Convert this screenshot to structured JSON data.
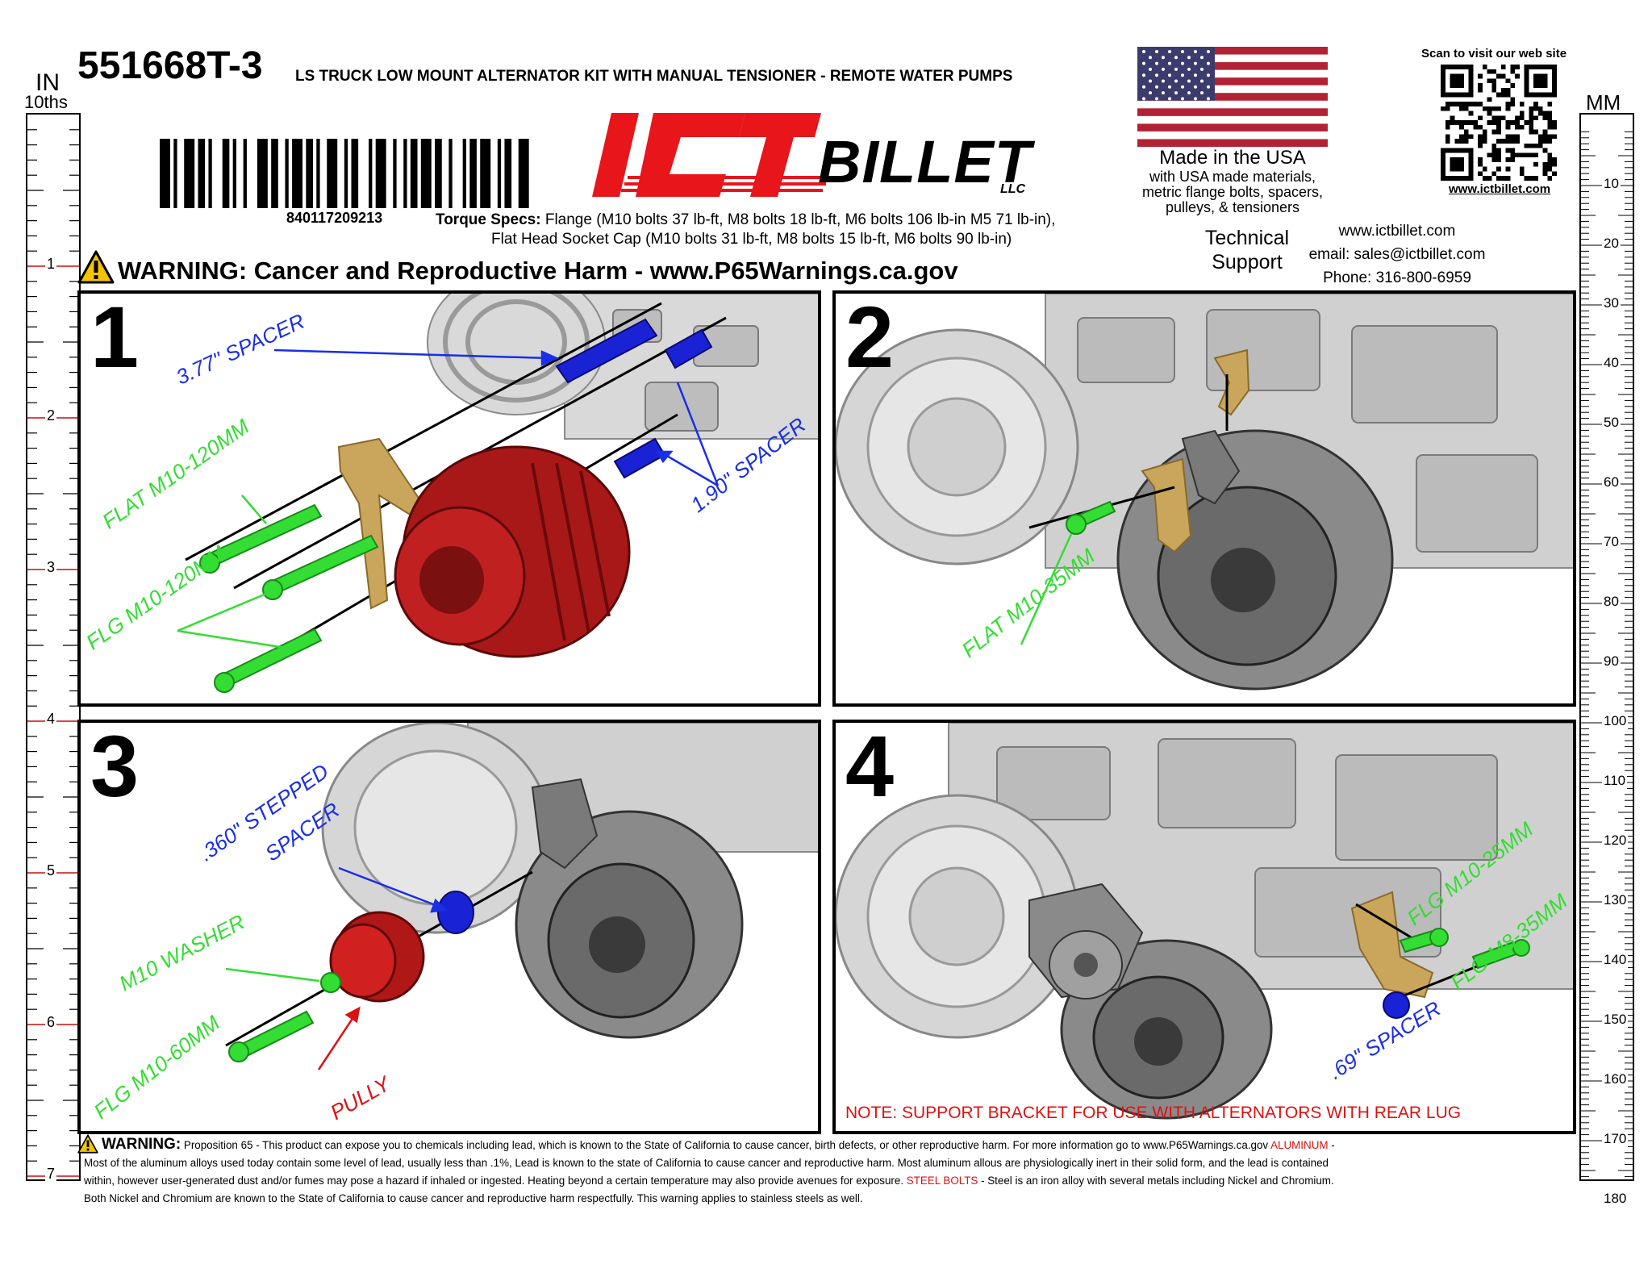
{
  "header": {
    "part_number": "551668T-3",
    "title": "LS TRUCK LOW MOUNT ALTERNATOR KIT WITH MANUAL TENSIONER - REMOTE WATER PUMPS",
    "barcode_number": "840117209213",
    "torque_label": "Torque Specs:",
    "torque_line1": "Flange (M10 bolts 37 lb-ft, M8 bolts 18 lb-ft, M6 bolts 106 lb-in M5 71 lb-in),",
    "torque_line2": "Flat Head Socket Cap (M10 bolts 31 lb-ft, M8 bolts 15 lb-ft, M6 bolts 90 lb-in)",
    "warning": "WARNING: Cancer and Reproductive Harm - www.P65Warnings.ca.gov"
  },
  "logo": {
    "ict": "ICT",
    "billet": "BILLET",
    "llc": "LLC",
    "accent_color": "#e8151b"
  },
  "made_in_usa": {
    "line1": "Made in the USA",
    "line2": "with USA made materials,",
    "line3": "metric flange bolts, spacers,",
    "line4": "pulleys, & tensioners"
  },
  "qr": {
    "caption": "Scan to visit our web site",
    "url": "www.ictbillet.com"
  },
  "support": {
    "label_line1": "Technical",
    "label_line2": "Support",
    "website": "www.ictbillet.com",
    "email": "email: sales@ictbillet.com",
    "phone": "Phone: 316-800-6959"
  },
  "rulers": {
    "left_unit": "IN",
    "left_subunit": "10ths",
    "left_labels": [
      "1",
      "2",
      "3",
      "4",
      "5",
      "6",
      "7"
    ],
    "right_unit": "MM",
    "right_labels": [
      "10",
      "20",
      "30",
      "40",
      "50",
      "60",
      "70",
      "80",
      "90",
      "100",
      "110",
      "120",
      "130",
      "140",
      "150",
      "160",
      "170",
      "180"
    ]
  },
  "panels": [
    {
      "number": "1",
      "labels": [
        "3.77\" SPACER",
        "1.90\" SPACER",
        "FLAT M10-120MM",
        "FLG M10-120MM"
      ]
    },
    {
      "number": "2",
      "labels": [
        "FLAT M10-35MM"
      ]
    },
    {
      "number": "3",
      "labels": [
        ".360\" STEPPED",
        "SPACER",
        "M10 WASHER",
        "FLG M10-60MM",
        "PULLY"
      ]
    },
    {
      "number": "4",
      "labels": [
        "FLG M10-25MM",
        "FLG M8-35MM",
        ".69\" SPACER"
      ],
      "note": "NOTE: SUPPORT BRACKET FOR USE WITH ALTERNATORS WITH REAR LUG"
    }
  ],
  "footer": {
    "warning_label": "WARNING:",
    "text1": "Proposition 65 - This product can expose you to chemicals including lead, which is known to the State of California to cause cancer, birth defects, or other reproductive harm. For more information go to www.P65Warnings.ca.gov",
    "aluminum_label": "ALUMINUM",
    "text2": "Most of the aluminum alloys used today contain some level of lead, usually less than .1%, Lead is known to the state of California to cause cancer and reproductive harm. Most aluminum allous are physiologically inert in their solid form, and the lead is contained",
    "text3": "within, however user-generated dust and/or fumes may pose a hazard if inhaled or ingested. Heating beyond a certain temperature may also provide avenues for exposure.",
    "steel_label": "STEEL BOLTS",
    "text4": "Steel is an iron alloy with several metals including Nickel and Chromium.",
    "text5": "Both Nickel and Chromium are known to the State of California to cause cancer and reproductive harm respectfully. This warning applies to stainless steels as well."
  }
}
